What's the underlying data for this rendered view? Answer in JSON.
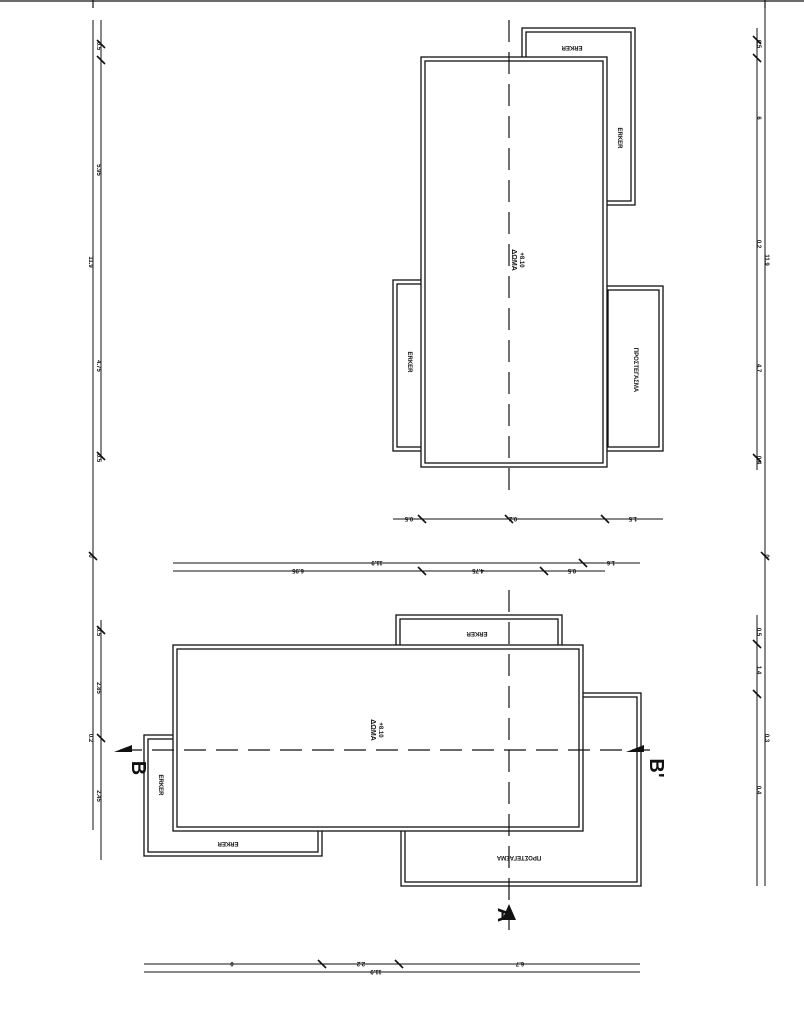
{
  "labels": {
    "erker": "ERKER",
    "proschima": "ΠΡΟΣΤΕΓΑΣΜΑ",
    "dwma": "ΔΩΜΑ",
    "dwma_level": "+8.10",
    "section_a": "A",
    "section_b": "B",
    "section_b_prime": "B'"
  },
  "dims": {
    "left_top": [
      "0.5",
      "5.95",
      "11.9",
      "4.75",
      "0.5"
    ],
    "left_bottom": [
      "0.5",
      "2.85",
      "0.2",
      "2.45"
    ],
    "right_top": [
      "0.5",
      "6",
      "11.9",
      "0.2",
      "4.7",
      "0.4"
    ],
    "right_bottom": [
      "0.5",
      "1.4",
      "0.3",
      "0.4"
    ],
    "zero": "0",
    "mid_1": [
      "0.5",
      "0.2",
      "1.5"
    ],
    "mid_2": [
      "11.9",
      "6.95",
      "4.75",
      "0.5",
      "1.6"
    ],
    "bottom": [
      "0",
      "2.2",
      "11.9",
      "6.7"
    ]
  }
}
